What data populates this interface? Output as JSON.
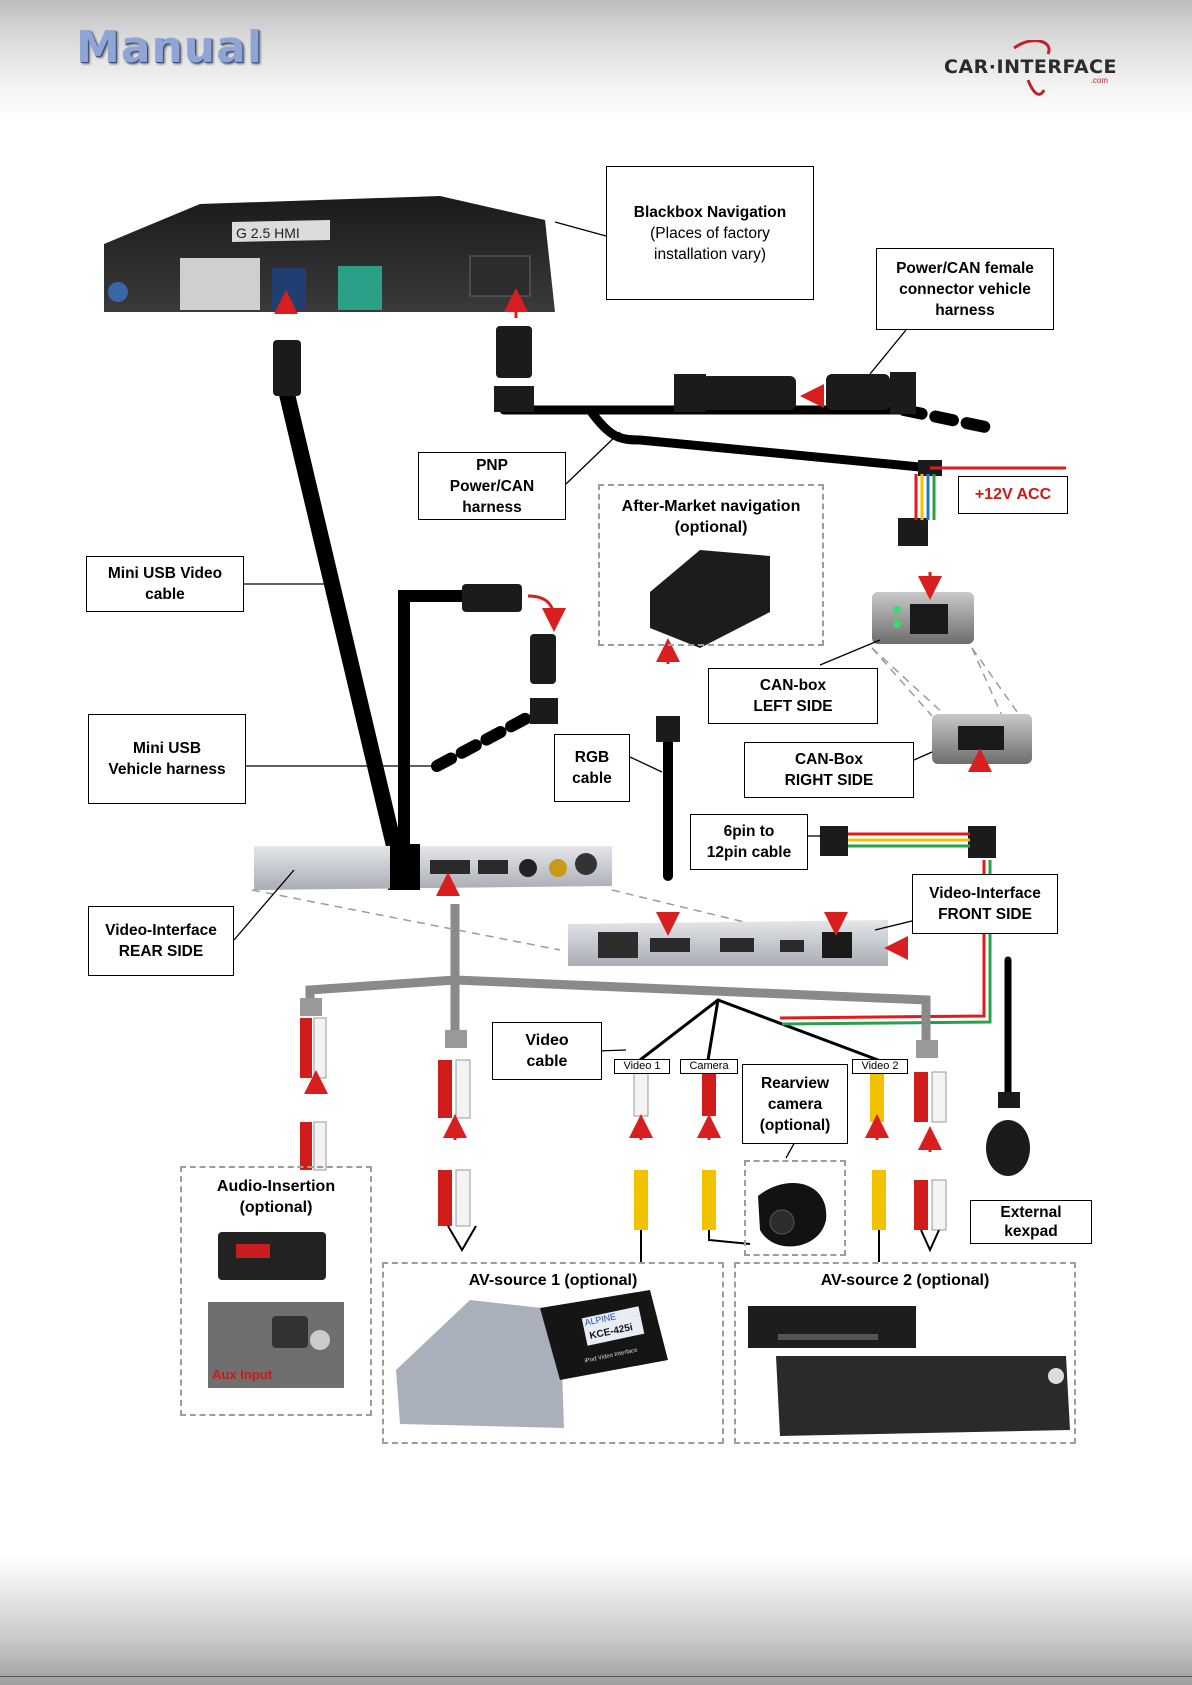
{
  "header": {
    "title": "Manual",
    "logo_text": "CAR·INTERFACE",
    "logo_sub": ".com"
  },
  "device_labels": {
    "hmi_label": "G 2.5 HMI",
    "camera_product": "KCE-425i",
    "camera_brand": "ALPINE",
    "camera_sub": "iPod Video Interface",
    "aux_label": "Aux Input"
  },
  "labels": {
    "blackbox_title": "Blackbox Navigation",
    "blackbox_sub1": "(Places of factory",
    "blackbox_sub2": "installation vary)",
    "power_can_female": [
      "Power/CAN female",
      "connector vehicle",
      "harness"
    ],
    "pnp_harness": [
      "PNP",
      "Power/CAN",
      "harness"
    ],
    "acc": "+12V ACC",
    "after_market_nav": [
      "After-Market navigation",
      "(optional)"
    ],
    "mini_usb_video": [
      "Mini USB Video",
      "cable"
    ],
    "can_box_left": [
      "CAN-box",
      "LEFT SIDE"
    ],
    "can_box_right": [
      "CAN-Box",
      "RIGHT SIDE"
    ],
    "mini_usb_vehicle": [
      "Mini USB",
      "Vehicle harness"
    ],
    "rgb_cable": [
      "RGB",
      "cable"
    ],
    "six_to_twelve": [
      "6pin to",
      "12pin cable"
    ],
    "vi_front": [
      "Video-Interface",
      "FRONT SIDE"
    ],
    "vi_rear": [
      "Video-Interface",
      "REAR SIDE"
    ],
    "video_cable": [
      "Video",
      "cable"
    ],
    "tag_video1": "Video 1",
    "tag_camera": "Camera",
    "tag_video2": "Video 2",
    "rearview_camera": [
      "Rearview",
      "camera",
      "(optional)"
    ],
    "external_keypad": [
      "External",
      "kexpad"
    ],
    "audio_insertion": [
      "Audio-Insertion",
      "(optional)"
    ],
    "av_source_1": "AV-source 1 (optional)",
    "av_source_2": "AV-source 2 (optional)"
  },
  "colors": {
    "arrow": "#d81e1e",
    "acc_text": "#d01818",
    "cable": "#000000",
    "grey_cable": "#8a8a8a",
    "dash_border": "#9c9c9c"
  }
}
